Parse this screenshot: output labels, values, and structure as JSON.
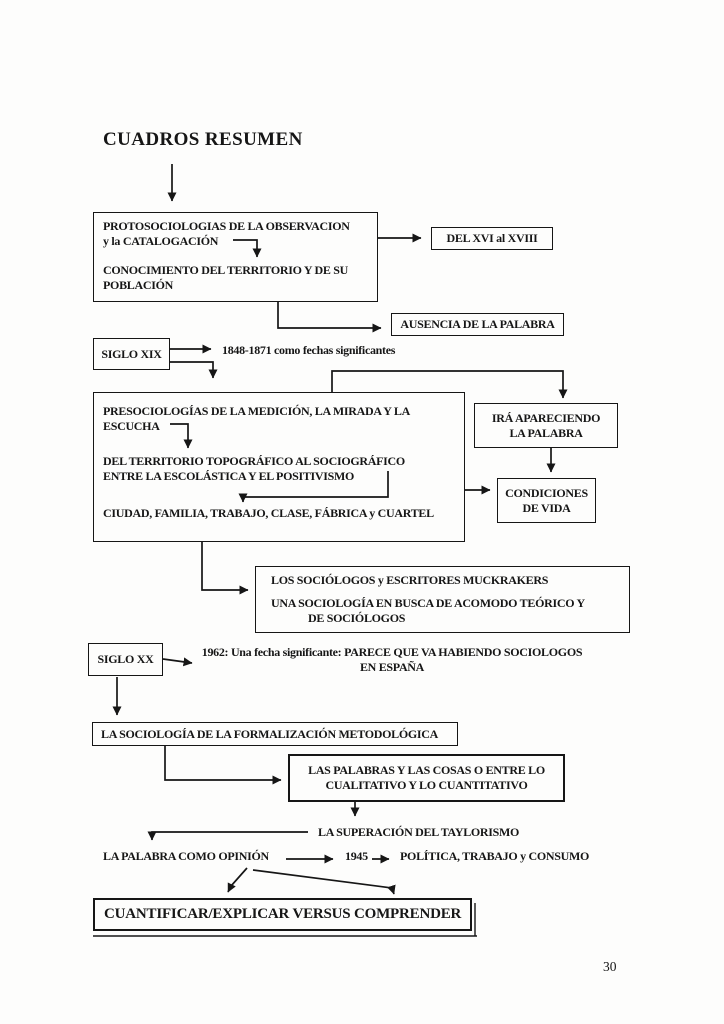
{
  "title": "CUADROS RESUMEN",
  "page_number": "30",
  "colors": {
    "ink": "#161616",
    "paper": "#fdfdfc"
  },
  "nodes": {
    "proto": {
      "line1": "PROTOSOCIOLOGIAS DE LA OBSERVACION",
      "line2": "y la CATALOGACIÓN",
      "line3": "CONOCIMIENTO DEL TERRITORIO Y DE SU",
      "line4": "POBLACIÓN"
    },
    "del_xvi": {
      "label": "DEL XVI al XVIII"
    },
    "ausencia": {
      "label": "AUSENCIA DE LA PALABRA"
    },
    "siglo_xix": {
      "label": "SIGLO XIX"
    },
    "presociologias": {
      "line1": "PRESOCIOLOGÍAS DE LA MEDICIÓN, LA MIRADA Y LA",
      "line2": "ESCUCHA",
      "line3": "DEL TERRITORIO TOPOGRÁFICO AL SOCIOGRÁFICO",
      "line4": "ENTRE LA ESCOLÁSTICA Y EL POSITIVISMO",
      "line5": "CIUDAD, FAMILIA, TRABAJO, CLASE, FÁBRICA y CUARTEL"
    },
    "ira_apareciendo": {
      "line1": "IRÁ APARECIENDO",
      "line2": "LA PALABRA"
    },
    "condiciones": {
      "line1": "CONDICIONES",
      "line2": "DE VIDA"
    },
    "muckrakers": {
      "line1": "LOS SOCIÓLOGOS y ESCRITORES MUCKRAKERS",
      "line2": "UNA SOCIOLOGÍA EN BUSCA DE ACOMODO TEÓRICO Y",
      "line3": "DE SOCIÓLOGOS"
    },
    "siglo_xx": {
      "label": "SIGLO XX"
    },
    "formalizacion": {
      "label": "LA SOCIOLOGÍA DE LA FORMALIZACIÓN METODOLÓGICA"
    },
    "palabras_cosas": {
      "line1": "LAS PALABRAS Y LAS COSAS O ENTRE LO",
      "line2": "CUALITATIVO Y LO CUANTITATIVO"
    },
    "cuantificar": {
      "label": "CUANTIFICAR/EXPLICAR VERSUS COMPRENDER"
    }
  },
  "texts": {
    "fechas_xix": "1848-1871 como fechas significantes",
    "fechas_xx_line1": "1962: Una fecha significante: PARECE QUE VA HABIENDO SOCIOLOGOS",
    "fechas_xx_line2": "EN ESPAÑA",
    "taylorismo": "LA SUPERACIÓN DEL TAYLORISMO",
    "palabra_opinion": "LA PALABRA COMO OPINIÓN",
    "year_1945": "1945",
    "politica": "POLÍTICA, TRABAJO y CONSUMO"
  }
}
